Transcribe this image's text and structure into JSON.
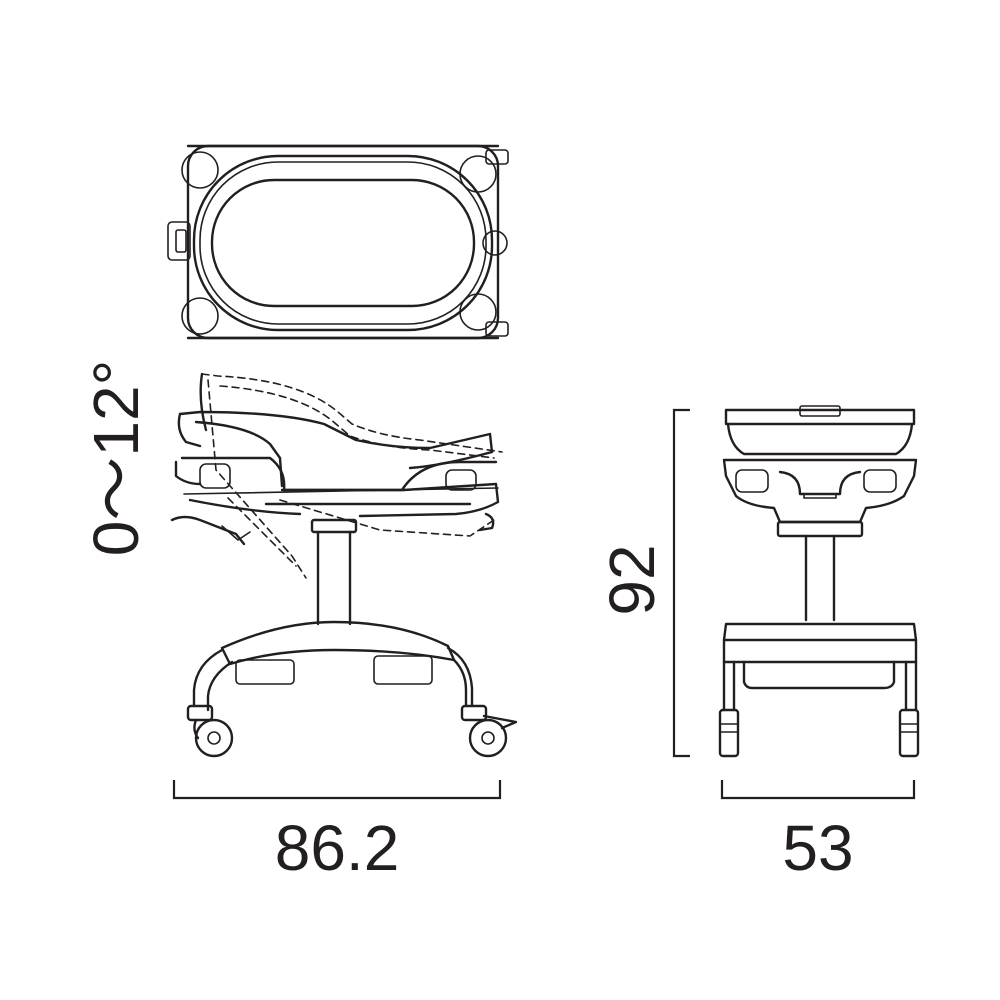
{
  "dimensions": {
    "length": "86.2",
    "width": "53",
    "height": "92",
    "tilt_angle": "0～12°"
  },
  "colors": {
    "line": "#231f20",
    "background": "#ffffff"
  }
}
